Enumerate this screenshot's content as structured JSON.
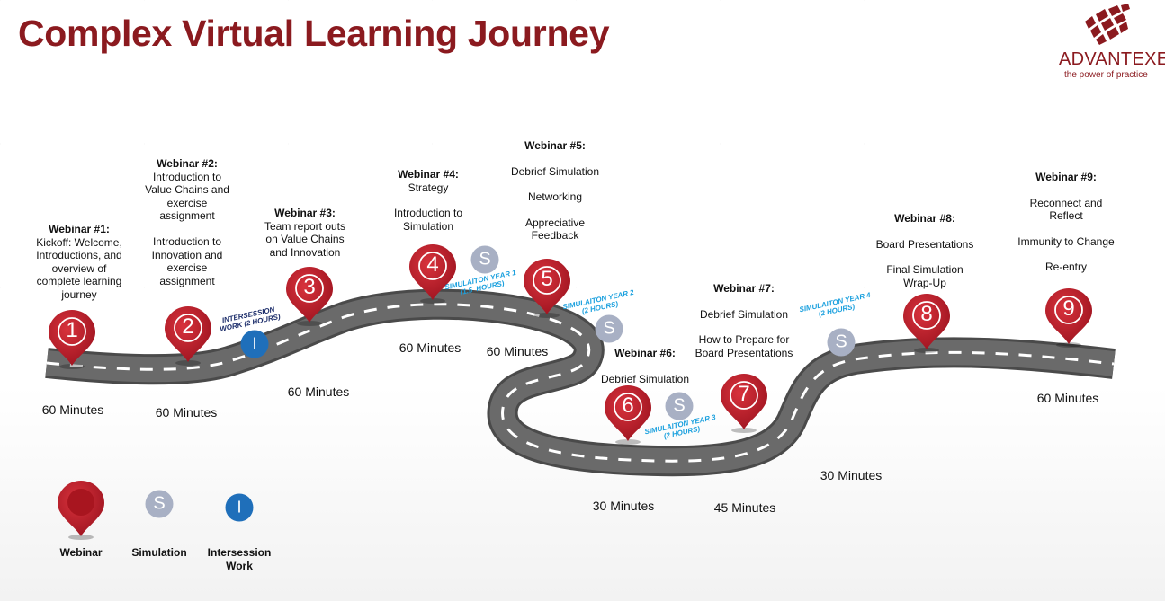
{
  "title": "Complex Virtual Learning Journey",
  "logo": {
    "name": "ADVANTEXE",
    "tagline": "the power of practice",
    "color": "#8b1a1f"
  },
  "colors": {
    "webinar_pin": "#c8202e",
    "simulation": "#a8b0c4",
    "intersession": "#1f6fba",
    "road": "#5a5a5a",
    "title": "#8b1a1f"
  },
  "webinars": [
    {
      "number": "1",
      "title": "Webinar #1:",
      "lines": [
        "Kickoff: Welcome,",
        "Introductions, and",
        "overview of",
        "complete learning",
        "journey"
      ],
      "duration": "60 Minutes"
    },
    {
      "number": "2",
      "title": "Webinar #2:",
      "lines": [
        "Introduction to",
        "Value Chains and",
        "exercise",
        "assignment",
        "",
        "Introduction to",
        "Innovation and",
        "exercise",
        "assignment"
      ],
      "duration": "60 Minutes"
    },
    {
      "number": "3",
      "title": "Webinar #3:",
      "lines": [
        "Team report outs",
        "on Value Chains",
        "and Innovation"
      ],
      "duration": "60 Minutes"
    },
    {
      "number": "4",
      "title": "Webinar #4:",
      "lines": [
        "Strategy",
        "",
        "Introduction to",
        "Simulation"
      ],
      "duration": "60 Minutes"
    },
    {
      "number": "5",
      "title": "Webinar #5:",
      "lines": [
        "",
        "Debrief Simulation",
        "",
        "Networking",
        "",
        "Appreciative",
        "Feedback"
      ],
      "duration": "60 Minutes"
    },
    {
      "number": "6",
      "title": "Webinar #6:",
      "lines": [
        "",
        "Debrief Simulation"
      ],
      "duration": "30 Minutes"
    },
    {
      "number": "7",
      "title": "Webinar #7:",
      "lines": [
        "",
        "Debrief Simulation",
        "",
        "How to Prepare for",
        "Board Presentations"
      ],
      "duration": "45 Minutes"
    },
    {
      "number": "8",
      "title": "Webinar #8:",
      "lines": [
        "",
        "Board Presentations",
        "",
        "Final Simulation",
        "Wrap-Up"
      ],
      "duration": "30 Minutes"
    },
    {
      "number": "9",
      "title": "Webinar #9:",
      "lines": [
        "",
        "Reconnect and",
        "Reflect",
        "",
        "Immunity to Change",
        "",
        "Re-entry"
      ],
      "duration": "60 Minutes"
    }
  ],
  "road_labels": [
    {
      "text": "INTERSESSION\nWORK (2 HOURS)"
    },
    {
      "text": "SIMULAITON YEAR 1\n(1.5  HOURS)"
    },
    {
      "text": "SIMULAITON YEAR 2\n(2 HOURS)"
    },
    {
      "text": "SIMULAITON YEAR 3\n(2 HOURS)"
    },
    {
      "text": "SIMULAITON YEAR 4\n(2 HOURS)"
    }
  ],
  "icon_letters": {
    "simulation": "S",
    "intersession": "I"
  },
  "legend": [
    {
      "label": "Webinar",
      "icon": "webinar-pin-icon"
    },
    {
      "label": "Simulation",
      "icon": "simulation-icon"
    },
    {
      "label": "Intersession\nWork",
      "icon": "intersession-icon"
    }
  ]
}
